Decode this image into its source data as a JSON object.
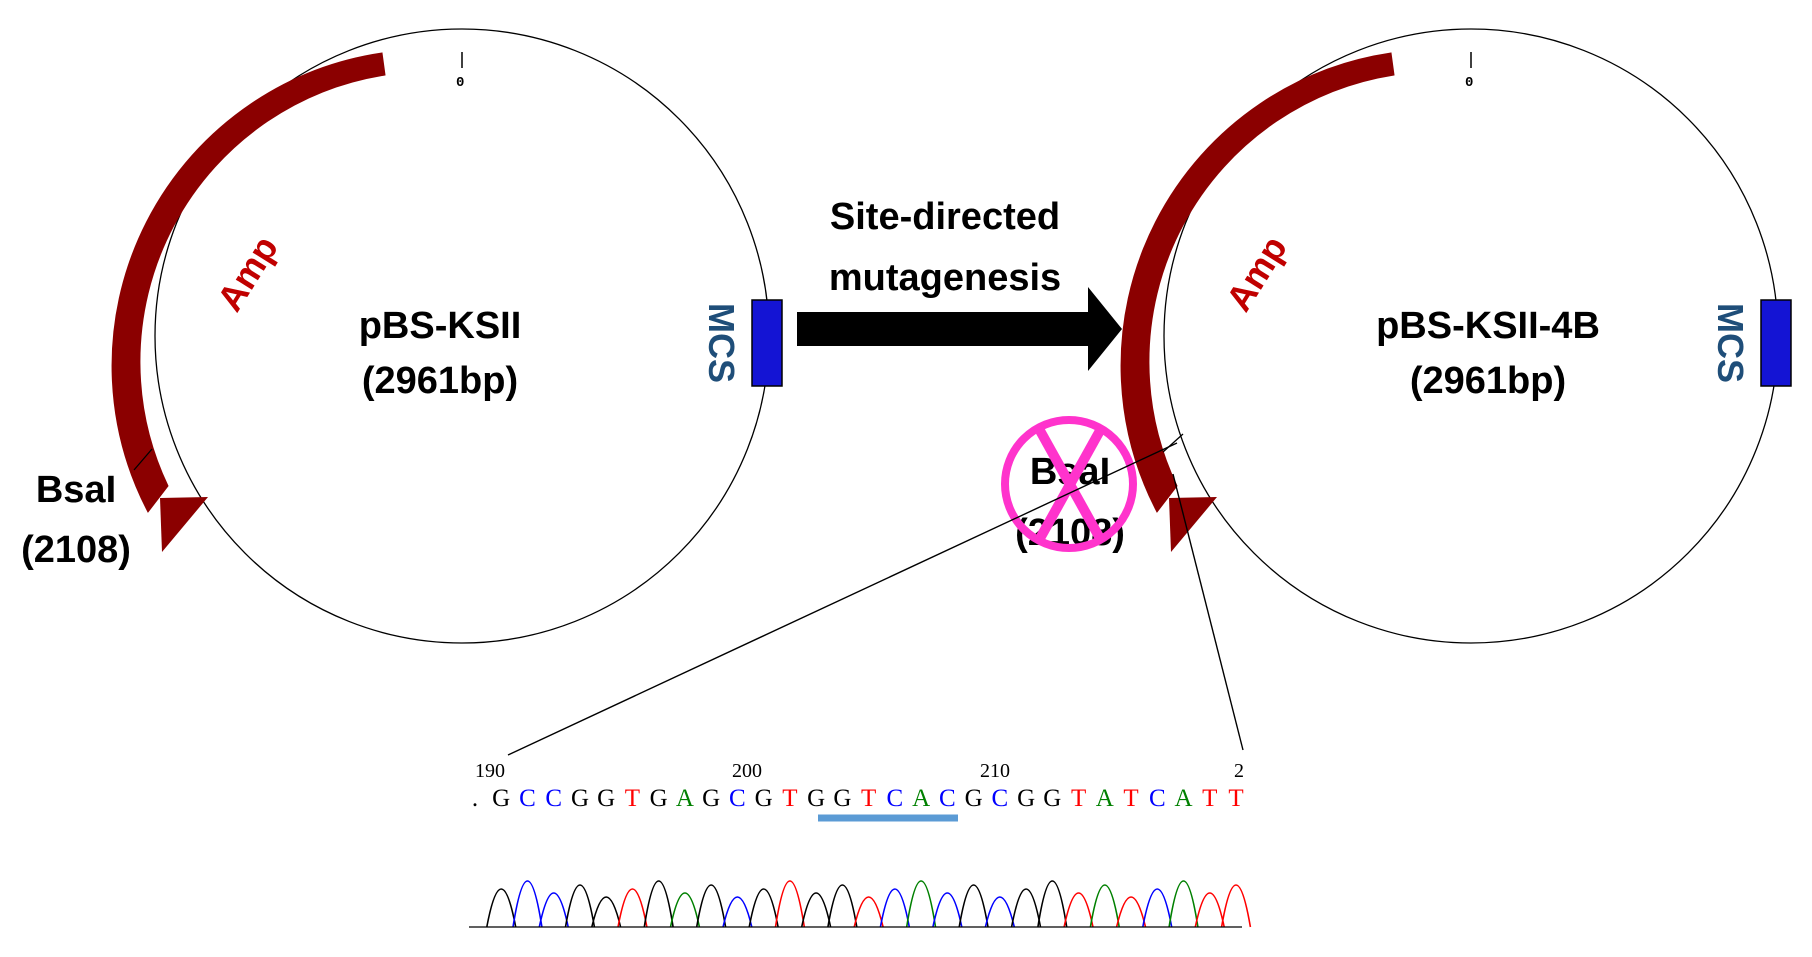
{
  "colors": {
    "amp": "#8B0000",
    "mcs_bar": "#1414D4",
    "mcs_text": "#1F4E79",
    "cross": "#FF33CC",
    "underline": "#5B9BD5",
    "base_G": "#000000",
    "base_C": "#0000FF",
    "base_A": "#008000",
    "base_T": "#FF0000"
  },
  "plasmid_left": {
    "name": "pBS-KSII",
    "size": "(2961bp)",
    "feature": "Amp",
    "mcs": "MCS",
    "zero": "0",
    "site_name": "BsaI",
    "site_pos": "(2108)"
  },
  "plasmid_right": {
    "name": "pBS-KSII-4B",
    "size": "(2961bp)",
    "feature": "Amp",
    "mcs": "MCS",
    "zero": "0",
    "site_name": "BsaI",
    "site_pos": "(2108)"
  },
  "arrow": {
    "line1": "Site-directed",
    "line2": "mutagenesis"
  },
  "sequencing": {
    "pos_190": "190",
    "pos_200": "200",
    "pos_210": "210",
    "pos_end": "2",
    "bases": [
      ".",
      "G",
      "C",
      "C",
      "G",
      "G",
      "T",
      "G",
      "A",
      "G",
      "C",
      "G",
      "T",
      "G",
      "G",
      "T",
      "C",
      "A",
      "C",
      "G",
      "C",
      "G",
      "G",
      "T",
      "A",
      "T",
      "C",
      "A",
      "T",
      "T"
    ]
  }
}
